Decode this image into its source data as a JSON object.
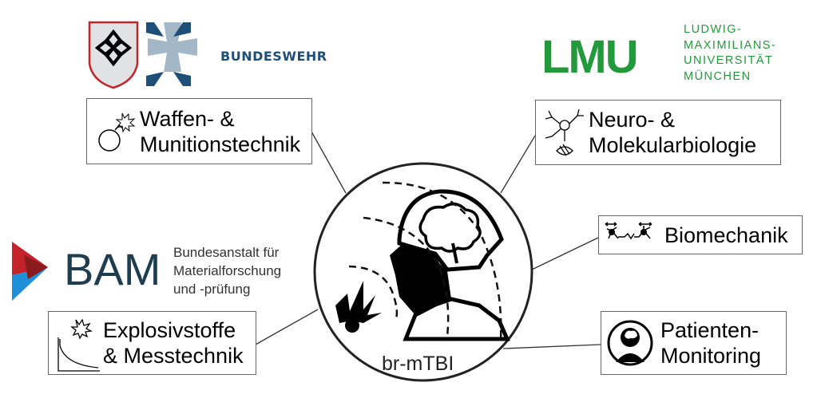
{
  "center": {
    "label": "br-mTBI"
  },
  "logos": {
    "bundeswehr": "BUNDESWEHR",
    "lmu_mark": "LMU",
    "lmu_text": "LUDWIG-\nMAXIMILIANS-\nUNIVERSITÄT\nMÜNCHEN",
    "bam_mark": "BAM",
    "bam_text": "Bundesanstalt für\nMaterialforschung\nund -prüfung"
  },
  "boxes": {
    "waffen": "Waffen- &\nMunitionstechnik",
    "neuro": "Neuro- &\nMolekularbiologie",
    "biomechanik": "Biomechanik",
    "explosiv": "Explosivstoffe\n& Messtechnik",
    "patienten": "Patienten-\nMonitoring"
  }
}
